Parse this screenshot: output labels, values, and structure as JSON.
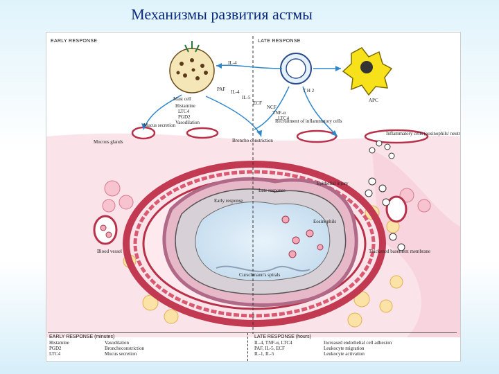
{
  "slide": {
    "title": "Механизмы развития  астмы"
  },
  "figure": {
    "headers": {
      "early": "EARLY RESPONSE",
      "late": "LATE RESPONSE"
    },
    "labels": {
      "mast_cell": "Mast cell",
      "il4_top": "IL-4",
      "th2": "T H 2",
      "apc": "APC",
      "paf": "PAF",
      "il4_mid": "IL-4",
      "il5": "IL-5",
      "ecf": "ECF",
      "ncf": "NCF",
      "tnf": "TNF-α",
      "ltc4": "LTC4",
      "mediators": [
        "Histamine",
        "LTC4",
        "PGD2",
        "Vasodilation"
      ],
      "mucus_secretion": "Mucus secretion",
      "broncho": "Broncho constriction",
      "recruitment": "Recruitment of inflammatory cells",
      "inflammatory_cells": "Inflammatory cells (eosinophils/ neutrophils)",
      "mucous_glands": "Mucous glands",
      "epithelial_injury": "Epithelial injury",
      "late_response": "Late response",
      "early_response": "Early response",
      "eosinophils": "Eosinophils",
      "blood_vessel": "Blood vessel",
      "basement_membrane": "Thickened basement membrane",
      "curschmann": "Curschmann's spirals"
    },
    "table": {
      "early_header": "EARLY RESPONSE (minutes)",
      "late_header": "LATE RESPONSE (hours)",
      "early_mediators": [
        "Histamine",
        "PGD2",
        "LTC4"
      ],
      "early_effects": [
        "Vasodilation",
        "Bronchoconstriction",
        "Mucus secretion"
      ],
      "late_mediators": [
        "IL-4, TNF-α, LTC4",
        "PAF, IL-5, ECF",
        "IL-1, IL-5"
      ],
      "late_effects": [
        "Increased endothelial cell adhesion",
        "Leukocyte migration",
        "Leukocyte activation"
      ]
    }
  }
}
